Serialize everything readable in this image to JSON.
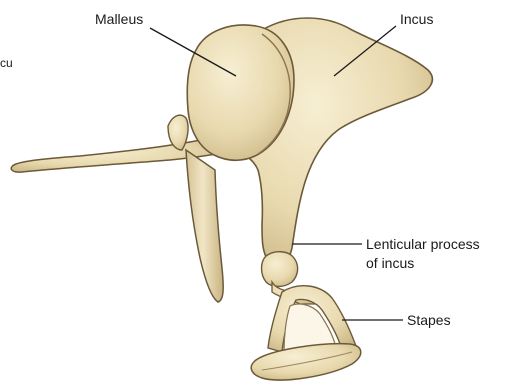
{
  "labels": {
    "edge_fragment": "cu",
    "malleus": "Malleus",
    "incus": "Incus",
    "lenticular_line1": "Lenticular process",
    "lenticular_line2": "of incus",
    "stapes": "Stapes"
  },
  "colors": {
    "bone_fill": "#ecdfb9",
    "bone_shade": "#cdb98a",
    "bone_outline": "#6b5a3a",
    "leader_line": "#1a1a1a"
  }
}
